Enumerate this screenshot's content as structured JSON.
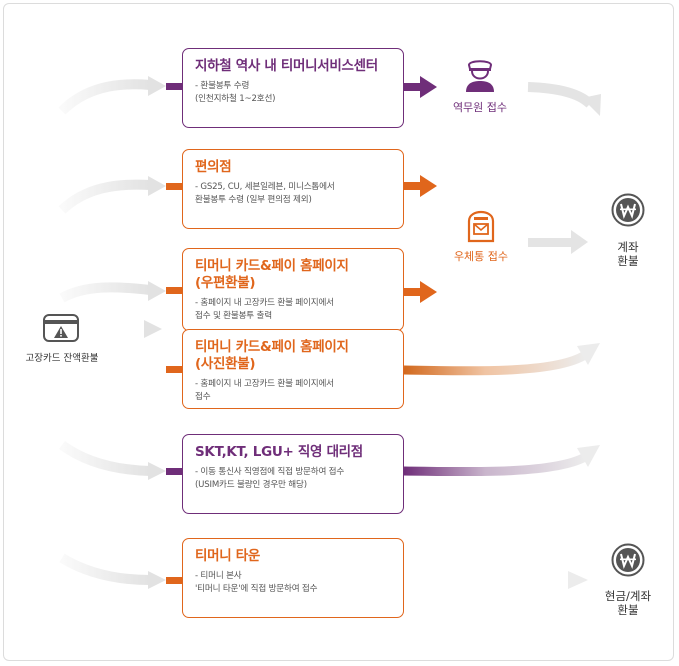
{
  "source": {
    "label": "고장카드 잔액환불",
    "icon": "card-warning-icon"
  },
  "channels": [
    {
      "title": "지하철 역사 내 티머니서비스센터",
      "desc": "- 환불봉투 수령\n(인천지하철 1~2호선)",
      "color": "#6f2e79"
    },
    {
      "title": "편의점",
      "desc": "- GS25, CU, 세븐일레븐, 미니스톱에서\n환불봉투 수령 (일부 편의점 제외)",
      "color": "#e0661c"
    },
    {
      "title": "티머니 카드&페이 홈페이지\n(우편환불)",
      "desc": "- 홈페이지 내 고장카드 환불 페이지에서\n접수 및 환불봉투 출력",
      "color": "#e0661c"
    },
    {
      "title": "티머니 카드&페이 홈페이지\n(사진환불)",
      "desc": "- 홈페이지 내 고장카드 환불 페이지에서\n접수",
      "color": "#e0661c"
    },
    {
      "title": "SKT,KT, LGU+ 직영 대리점",
      "desc": "- 이동 통신사 직영점에 직접 방문하여 접수\n(USIM카드 불량인 경우만 해당)",
      "color": "#6f2e79"
    },
    {
      "title": "티머니 타운",
      "desc": "- 티머니 본사\n'티머니 타운'에 직접 방문하여 접수",
      "color": "#e0661c"
    }
  ],
  "intermediate": [
    {
      "label": "역무원 접수",
      "icon": "station-staff-icon",
      "color": "#6f2e79"
    },
    {
      "label": "우체통 접수",
      "icon": "postbox-icon",
      "color": "#e0661c"
    }
  ],
  "results": [
    {
      "label": "계좌\n환불",
      "icon": "won-coin-icon"
    },
    {
      "label": "현금/계좌\n환불",
      "icon": "won-coin-icon"
    }
  ]
}
